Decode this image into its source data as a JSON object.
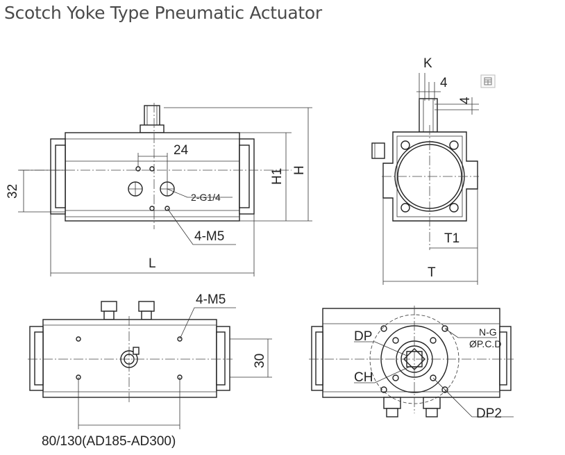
{
  "page": {
    "title": "Scotch Yoke Type Pneumatic Actuator"
  },
  "front_view": {
    "dim_24": "24",
    "dim_32": "32",
    "port_label": "2-G1/4",
    "screw_label": "4-M5",
    "dim_L": "L",
    "dim_H1": "H1",
    "dim_H": "H"
  },
  "side_view": {
    "dim_K": "K",
    "dim_4_horizontal": "4",
    "dim_4_vertical": "4",
    "dim_T1": "T1",
    "dim_T": "T"
  },
  "top_view": {
    "screw_label": "4-M5",
    "dim_30": "30",
    "dim_spacing": "80/130(AD185-AD300)"
  },
  "bottom_view": {
    "label_DP": "DP",
    "label_CH": "CH",
    "label_NG": "N-G",
    "label_PCD": "ØP.C.D",
    "label_DP2": "DP2"
  },
  "icons": {
    "corner_icon": "table-icon"
  }
}
